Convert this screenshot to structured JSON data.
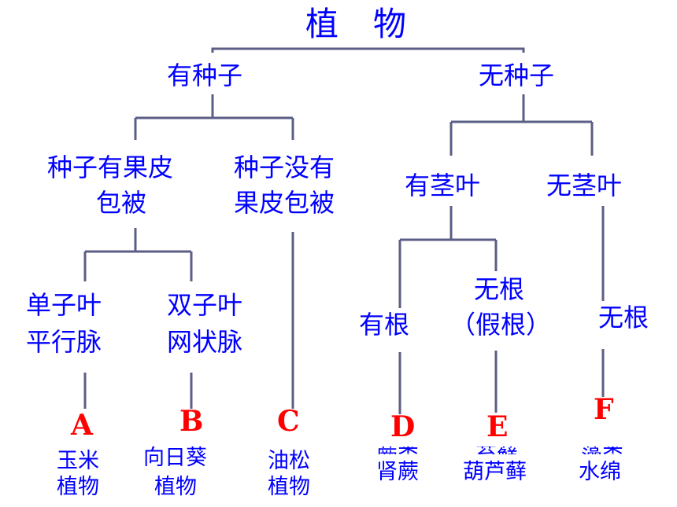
{
  "root": "植物",
  "level1": {
    "left": "有种子",
    "right": "无种子"
  },
  "seed": {
    "covered_l1": "种子有果皮",
    "covered_l2": "包被",
    "bare_l1": "种子没有",
    "bare_l2": "果皮包被"
  },
  "nonseed": {
    "stem": "有茎叶",
    "nostem": "无茎叶"
  },
  "leaf": {
    "mono_l1": "单子叶",
    "mono_l2": "平行脉",
    "di_l1": "双子叶",
    "di_l2": "网状脉"
  },
  "root_type": {
    "has_root": "有根",
    "no_root_l1": "无根",
    "no_root_l2": "（假根）",
    "no_root_right": "无根"
  },
  "labels": {
    "a": "A",
    "b": "B",
    "c": "C",
    "d": "D",
    "e": "E",
    "f": "F"
  },
  "examples": {
    "a_l1": "玉米",
    "a_l2": "植物",
    "b_l1": "向日葵",
    "b_l2": "植物",
    "c_l1": "油松",
    "c_l2": "植物",
    "d": "肾蕨",
    "e": "葫芦藓",
    "f": "水绵"
  },
  "ghost": {
    "d": "蕨类",
    "e": "苔藓",
    "f": "藻类"
  },
  "colors": {
    "line": "#5b5e85",
    "text": "#0000ff",
    "letter": "#ff0000"
  }
}
